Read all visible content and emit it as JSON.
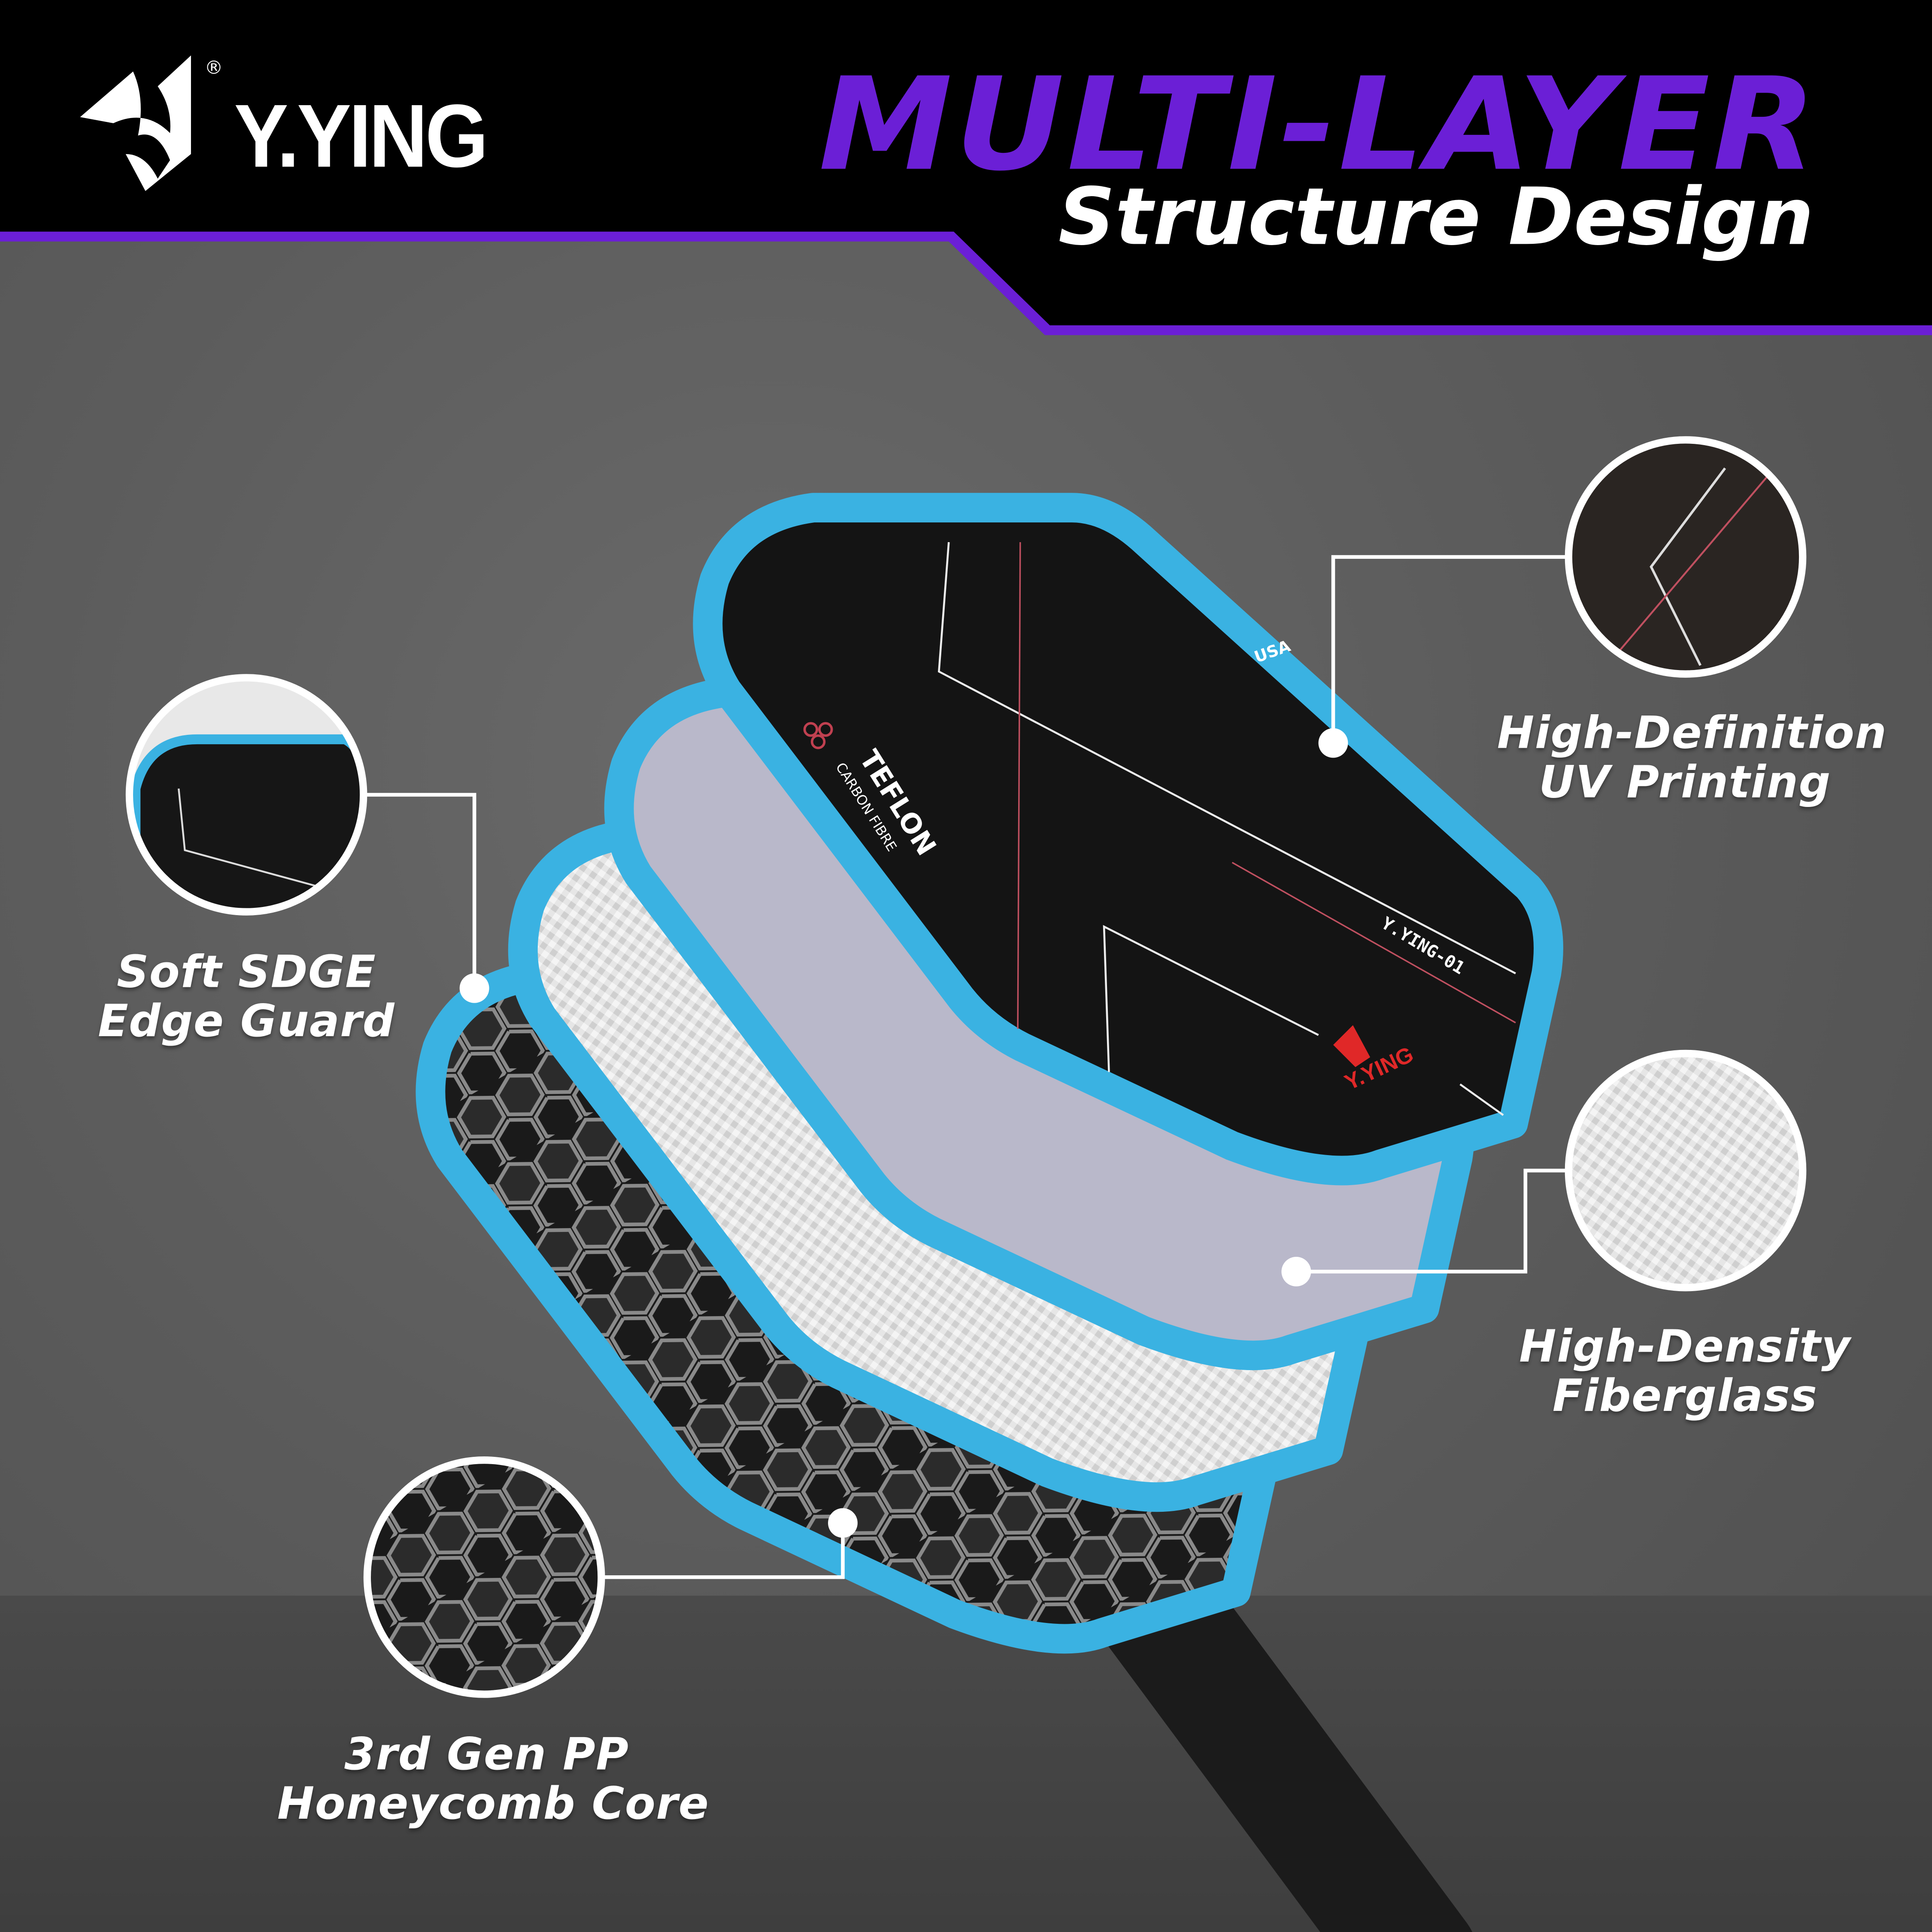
{
  "brand": {
    "name": "Y.YING",
    "registered_mark": "®"
  },
  "header": {
    "title_line1": "MULTI-LAYER",
    "title_line2": "Structure Design"
  },
  "paddle": {
    "face_brand": "TEFLON",
    "face_sub": "CARBON FIBRE",
    "certification": "USA",
    "model": "Y.YING-01",
    "logo_text": "Y.YING"
  },
  "callouts": [
    {
      "line1": "High-Definition",
      "line2": "UV Printing"
    },
    {
      "line1": "Soft SDGE",
      "line2": "Edge Guard"
    },
    {
      "line1": "High-Density",
      "line2": "Fiberglass"
    },
    {
      "line1": "3rd Gen PP",
      "line2": "Honeycomb Core"
    }
  ],
  "colors": {
    "accent_purple": "#6b1fd6",
    "rim_blue": "#3ab2e2",
    "header_black": "#000000"
  }
}
